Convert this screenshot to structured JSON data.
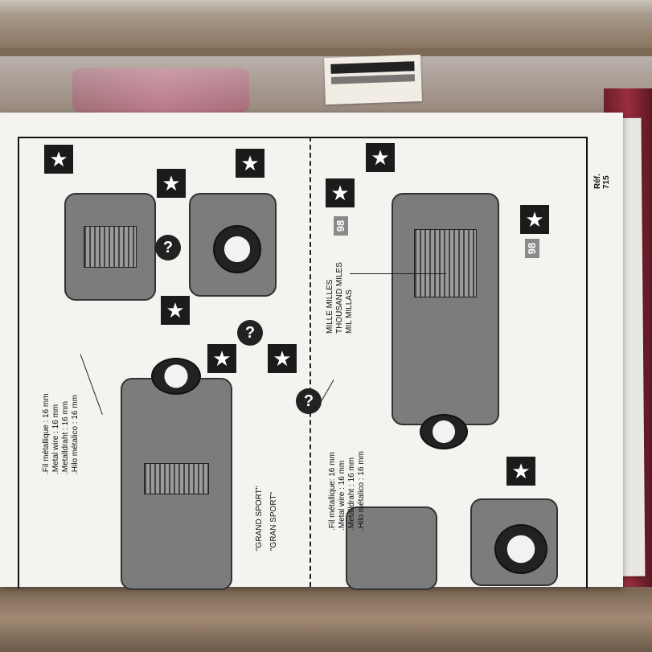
{
  "page": {
    "ref": "Réf. 715",
    "wire_left": {
      "lines": [
        ".Fil métallique : 16 mm",
        ".Metal wire      : 16 mm",
        ".Metalldraht     : 16 mm",
        ".Hilo métalico : 16 mm"
      ]
    },
    "wire_right": {
      "lines": [
        ".Fil métallique: 16 mm",
        ".Metal wire     : 16 mm",
        ".Metalldraht    : 16 mm",
        ".Hilo métalico : 16 mm"
      ]
    },
    "grand_sport": [
      "\"GRAND  SPORT\"",
      "\"GRAN  SPORT\""
    ],
    "miles": [
      "MILLE  MILLES",
      "THOUSAND  MILES",
      "MIL  MILLAS"
    ],
    "star_glyph": "★",
    "question_glyph": "?",
    "number_badge": "98"
  },
  "colors": {
    "cardboard": "#8d7660",
    "paper": "#f4f3ef",
    "ink": "#111111",
    "red_parts": "#9a2e3e"
  }
}
